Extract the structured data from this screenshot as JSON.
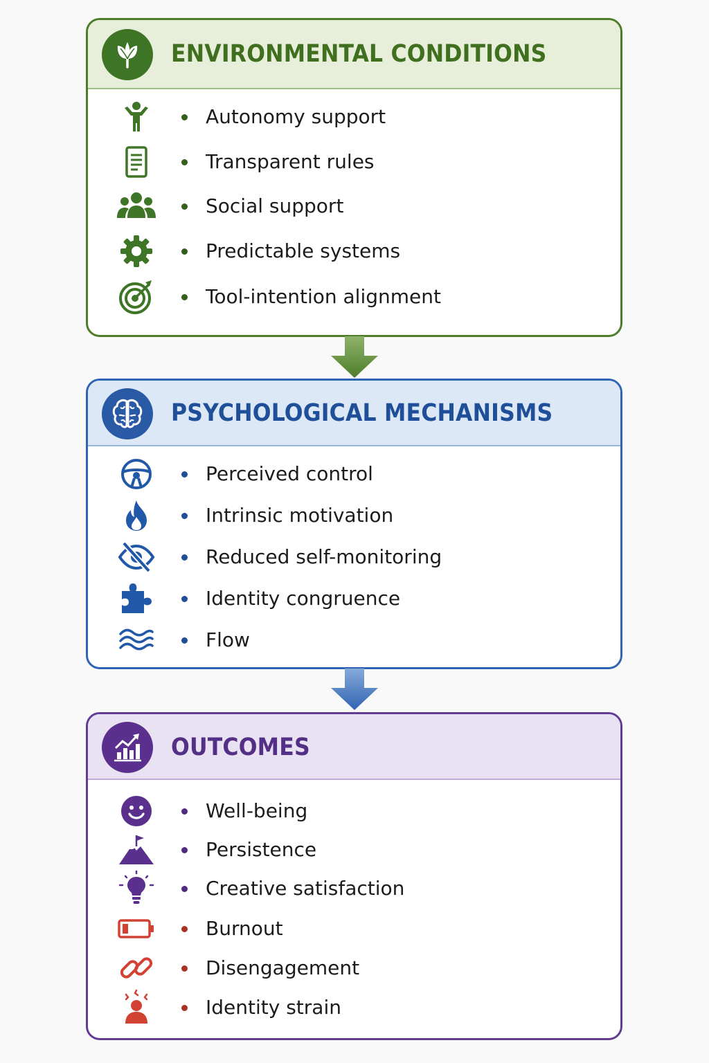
{
  "colors": {
    "env_accent": "#4e7d2a",
    "psy_accent": "#2f64b2",
    "out_accent": "#623b92",
    "negative": "#d24233"
  },
  "environmental": {
    "title": "ENVIRONMENTAL CONDITIONS",
    "header_icon": "leaf-icon",
    "items": [
      {
        "label": "Autonomy support",
        "icon": "person-arms-up-icon"
      },
      {
        "label": "Transparent rules",
        "icon": "document-icon"
      },
      {
        "label": "Social support",
        "icon": "group-icon"
      },
      {
        "label": "Predictable systems",
        "icon": "gear-icon"
      },
      {
        "label": "Tool-intention alignment",
        "icon": "target-icon"
      }
    ]
  },
  "psychological": {
    "title": "PSYCHOLOGICAL MECHANISMS",
    "header_icon": "brain-icon",
    "items": [
      {
        "label": "Perceived control",
        "icon": "steering-wheel-icon"
      },
      {
        "label": "Intrinsic motivation",
        "icon": "flame-icon"
      },
      {
        "label": "Reduced self-monitoring",
        "icon": "eye-slash-icon"
      },
      {
        "label": "Identity congruence",
        "icon": "puzzle-piece-icon"
      },
      {
        "label": "Flow",
        "icon": "waves-icon"
      }
    ]
  },
  "outcomes": {
    "title": "OUTCOMES",
    "header_icon": "growth-chart-icon",
    "items": [
      {
        "label": "Well-being",
        "icon": "smiley-icon"
      },
      {
        "label": "Persistence",
        "icon": "mountain-flag-icon"
      },
      {
        "label": "Creative satisfaction",
        "icon": "lightbulb-icon"
      },
      {
        "label": "Burnout",
        "icon": "low-battery-icon"
      },
      {
        "label": "Disengagement",
        "icon": "broken-link-icon"
      },
      {
        "label": "Identity strain",
        "icon": "stressed-person-icon"
      }
    ]
  }
}
